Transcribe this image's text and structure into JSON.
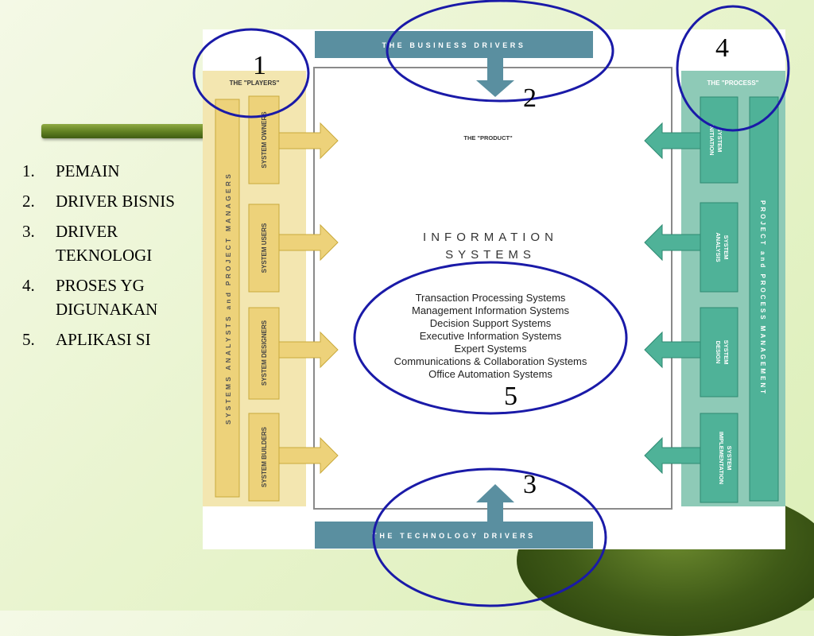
{
  "list": {
    "items": [
      {
        "num": "1.",
        "text": "PEMAIN"
      },
      {
        "num": "2.",
        "text": "DRIVER BISNIS"
      },
      {
        "num": "3.",
        "text": "DRIVER TEKNOLOGI"
      },
      {
        "num": "4.",
        "text": "PROSES YG DIGUNAKAN"
      },
      {
        "num": "5.",
        "text": "APLIKASI SI"
      }
    ]
  },
  "diagram": {
    "business_drivers": "THE BUSINESS DRIVERS",
    "technology_drivers": "THE TECHNOLOGY DRIVERS",
    "players_title": "THE \"PLAYERS\"",
    "process_title": "THE \"PROCESS\"",
    "product_title": "THE \"PRODUCT\"",
    "players_vertical": "SYSTEMS ANALYSTS and PROJECT MANAGERS",
    "process_vertical": "PROJECT and PROCESS MANAGEMENT",
    "players": [
      "SYSTEM OWNERS",
      "SYSTEM USERS",
      "SYSTEM DESIGNERS",
      "SYSTEM BUILDERS"
    ],
    "processes": [
      [
        "SYSTEM",
        "INITIATION"
      ],
      [
        "SYSTEM",
        "ANALYSIS"
      ],
      [
        "SYSTEM",
        "DESIGN"
      ],
      [
        "SYSTEM",
        "IMPLEMENTATION"
      ]
    ],
    "info_line1": "INFORMATION",
    "info_line2": "SYSTEMS",
    "system_types": [
      "Transaction Processing Systems",
      "Management Information Systems",
      "Decision Support Systems",
      "Executive Information Systems",
      "Expert Systems",
      "Communications & Collaboration Systems",
      "Office Automation Systems"
    ]
  },
  "callouts": [
    "1",
    "2",
    "3",
    "4",
    "5"
  ],
  "colors": {
    "players_bg": "#f3e6b0",
    "players_box": "#edd27a",
    "players_border": "#c9a93c",
    "process_bg": "#8ecab7",
    "process_box": "#4fb298",
    "driver_bar": "#5a8fa0",
    "circle": "#1a1aa8"
  }
}
